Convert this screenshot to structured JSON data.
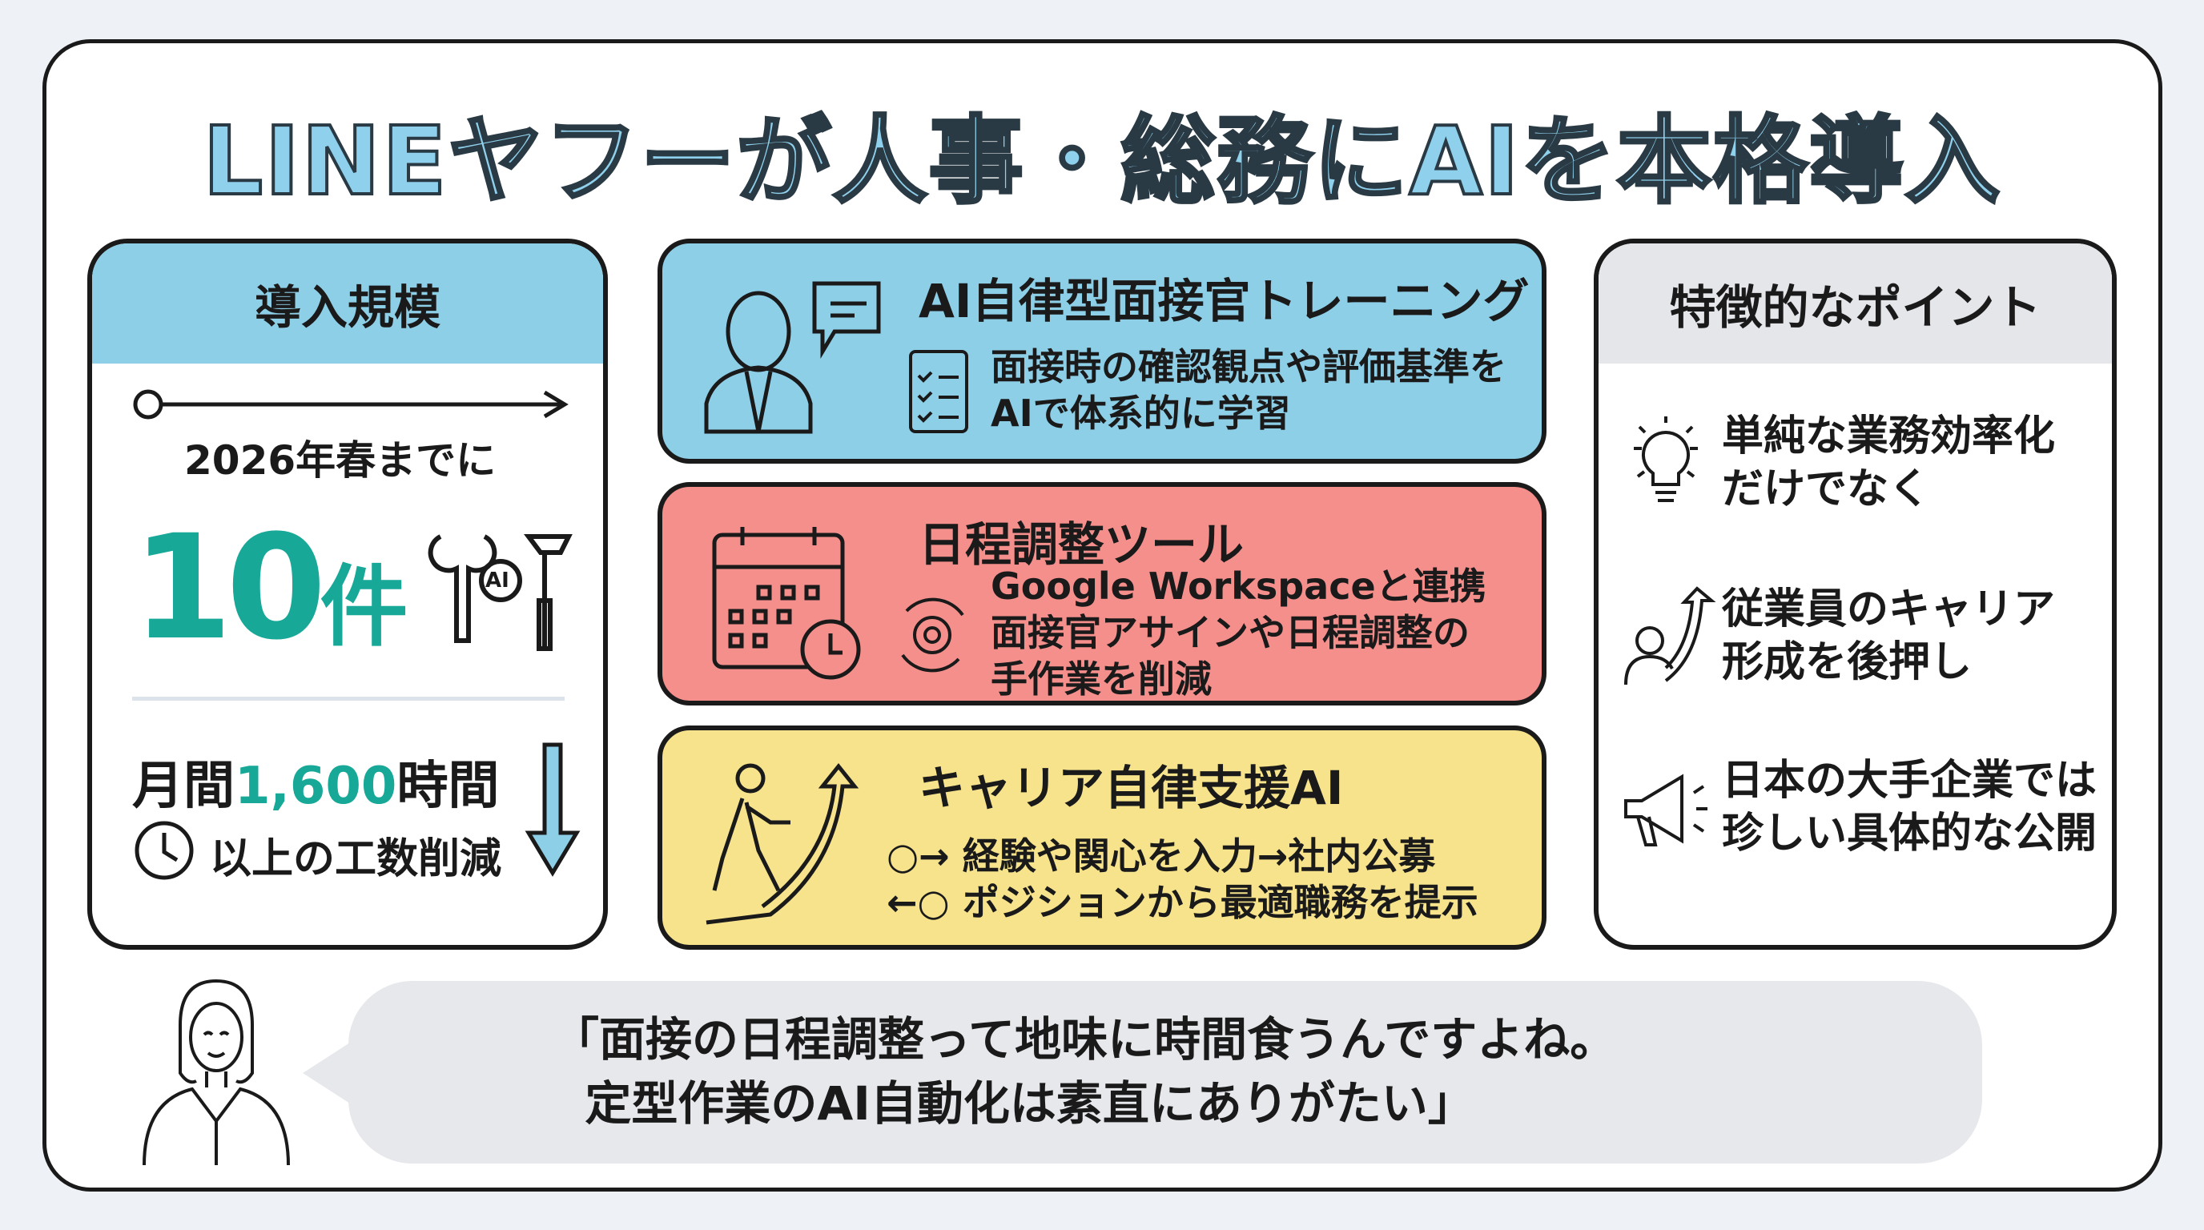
{
  "title": "LINEヤフーが人事・総務にAIを本格導入",
  "scale": {
    "header": "導入規模",
    "deadline": "2026年春までに",
    "count_number": "10",
    "count_unit": "件",
    "ai_badge": "AI",
    "hours_prefix": "月間",
    "hours_value": "1,600",
    "hours_suffix": "時間",
    "hours_note": "以上の工数削減"
  },
  "features": [
    {
      "title": "AI自律型面接官トレーニング",
      "lines": [
        "面接時の確認観点や評価基準を",
        "AIで体系的に学習"
      ],
      "color": "#8ecfe8"
    },
    {
      "title": "日程調整ツール",
      "lines": [
        "Google Workspaceと連携",
        "面接官アサインや日程調整の",
        "手作業を削減"
      ],
      "color": "#f48f8c"
    },
    {
      "title": "キャリア自律支援AI",
      "lines": [
        "経験や関心を入力→社内公募",
        "ポジションから最適職務を提示"
      ],
      "color": "#f6e38c"
    }
  ],
  "points": {
    "header": "特徴的なポイント",
    "items": [
      {
        "lines": [
          "単純な業務効率化",
          "だけでなく"
        ]
      },
      {
        "lines": [
          "従業員のキャリア",
          "形成を後押し"
        ]
      },
      {
        "lines": [
          "日本の大手企業では",
          "珍しい具体的な公開"
        ]
      }
    ]
  },
  "quote": {
    "line1": "「面接の日程調整って地味に時間食うんですよね。",
    "line2": "  定型作業のAI自動化は素直にありがたい」"
  },
  "colors": {
    "teal": "#17a898",
    "title": "#8fd0ec",
    "head_blue": "#8ecfe8",
    "head_gray": "#e4e6ea"
  }
}
